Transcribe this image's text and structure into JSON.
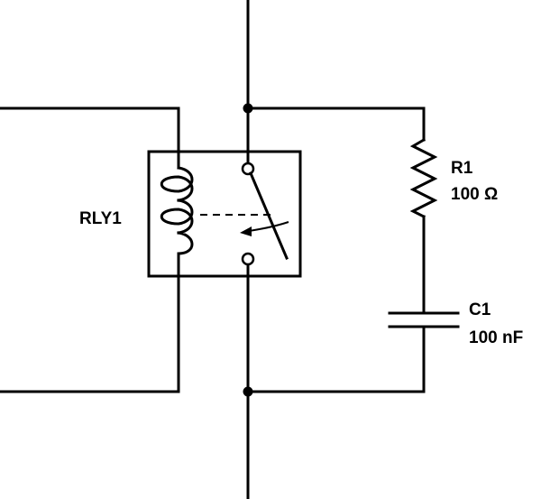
{
  "components": {
    "relay": {
      "designator": "RLY1"
    },
    "resistor": {
      "designator": "R1",
      "value": "100 Ω"
    },
    "capacitor": {
      "designator": "C1",
      "value": "100 nF"
    }
  },
  "colors": {
    "ink": "#000000",
    "background": "#ffffff"
  }
}
